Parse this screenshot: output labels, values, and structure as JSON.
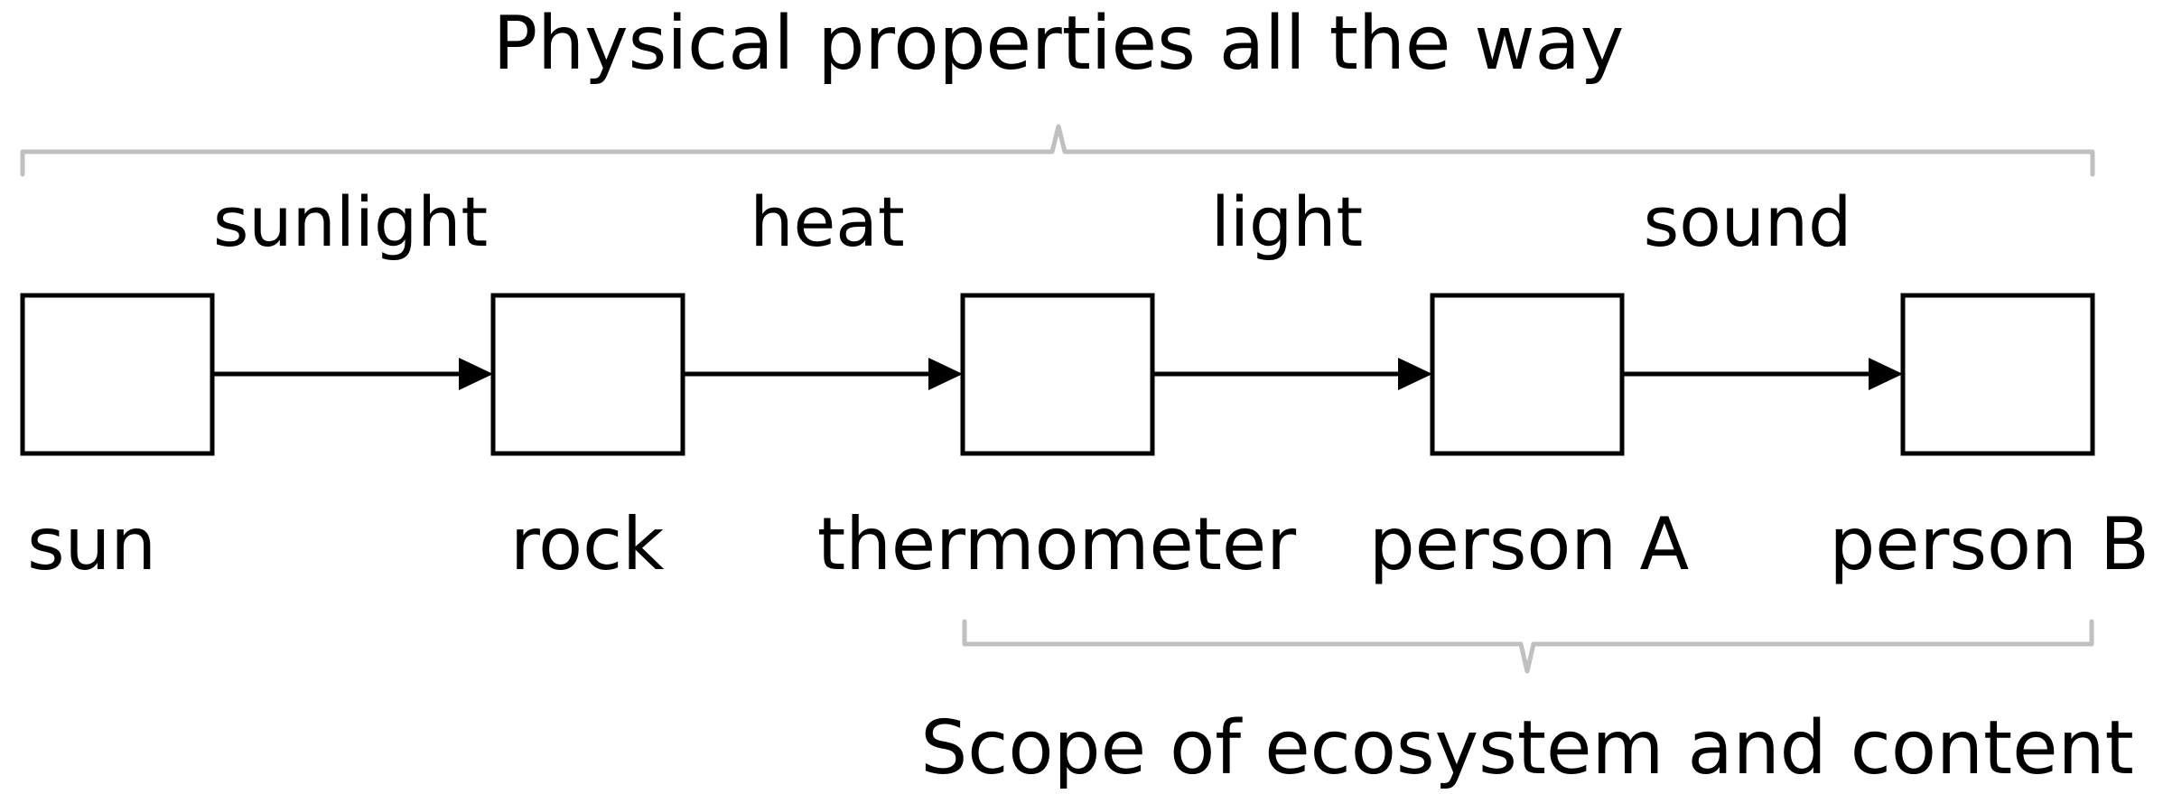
{
  "colors": {
    "line": "#000000",
    "brace": "#c0c0c0",
    "background": "#ffffff"
  },
  "top_brace": {
    "label": "Physical properties all the way"
  },
  "bottom_brace": {
    "label": "Scope of ecosystem and content"
  },
  "nodes": [
    {
      "label": "sun"
    },
    {
      "label": "rock"
    },
    {
      "label": "thermometer"
    },
    {
      "label": "person A"
    },
    {
      "label": "person B"
    }
  ],
  "edges": [
    {
      "label": "sunlight"
    },
    {
      "label": "heat"
    },
    {
      "label": "light"
    },
    {
      "label": "sound"
    }
  ]
}
